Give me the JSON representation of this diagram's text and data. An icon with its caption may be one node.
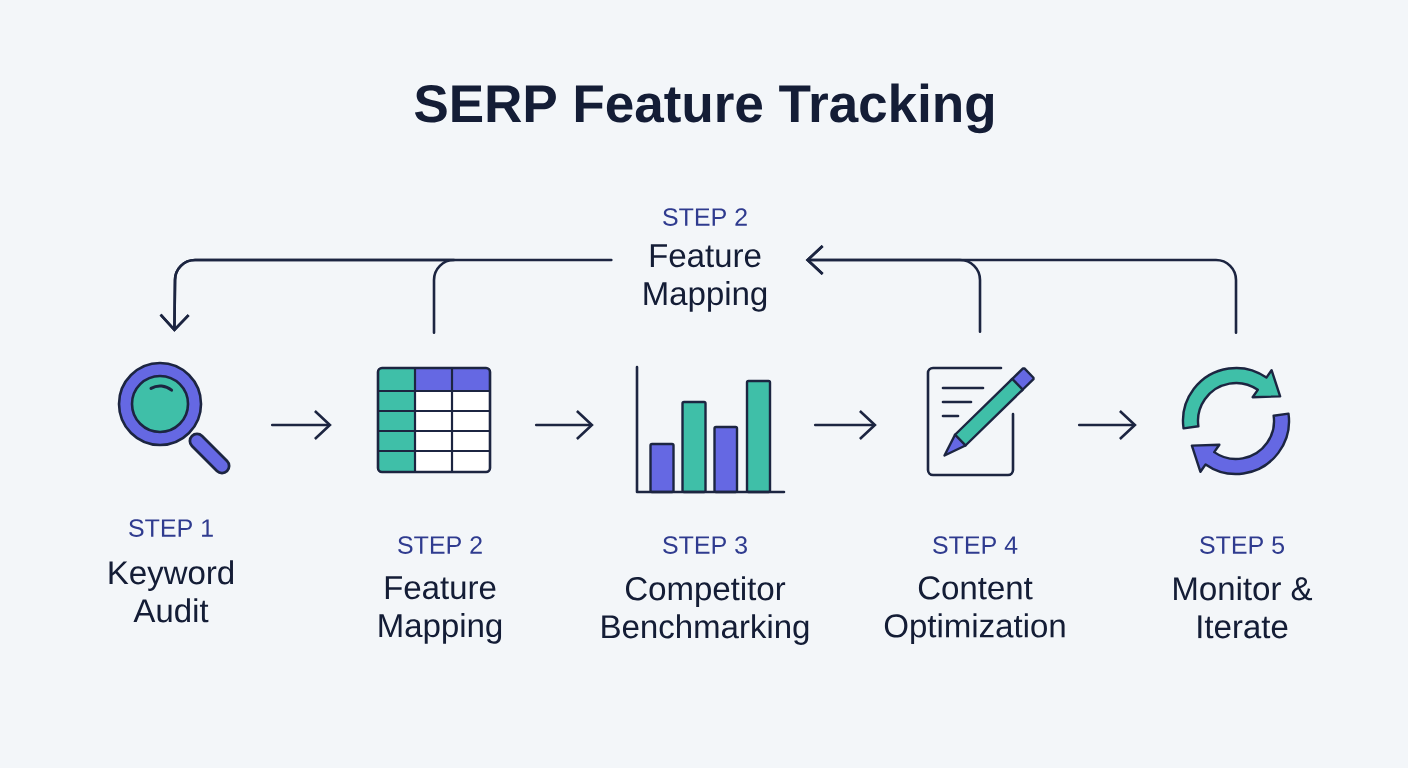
{
  "diagram": {
    "title": "SERP Feature Tracking",
    "nodes": [
      {
        "text": [
          "STEP 2",
          "Feature Mapping"
        ]
      },
      {
        "text": [],
        "shape": "picture",
        "beside": [
          "STEP 1",
          "Keyword Audit"
        ]
      },
      {
        "text": [],
        "shape": "picture",
        "beside": [
          "STEP 2",
          "Feature Mapping"
        ]
      },
      {
        "text": [],
        "shape": "picture",
        "beside": [
          "STEP 3",
          "Competitor Benchmarking"
        ]
      },
      {
        "text": [],
        "shape": "picture",
        "beside": [
          "STEP 4",
          "Content Optimization"
        ]
      },
      {
        "text": [],
        "shape": "picture",
        "beside": [
          "STEP 5",
          "Monitor & Iterate"
        ]
      }
    ],
    "edges": [
      {
        "from": 1,
        "to": 2,
        "arrow": "to"
      },
      {
        "from": 2,
        "to": 3,
        "arrow": "to"
      },
      {
        "from": 3,
        "to": 4,
        "arrow": "to"
      },
      {
        "from": 4,
        "to": 5,
        "arrow": "to"
      },
      {
        "from": 0,
        "to": 1,
        "arrow": "to"
      },
      {
        "from": 2,
        "to": 1,
        "arrow": "to"
      },
      {
        "from": 4,
        "to": 0,
        "arrow": "to"
      },
      {
        "from": 5,
        "to": 0,
        "arrow": "to"
      }
    ]
  }
}
